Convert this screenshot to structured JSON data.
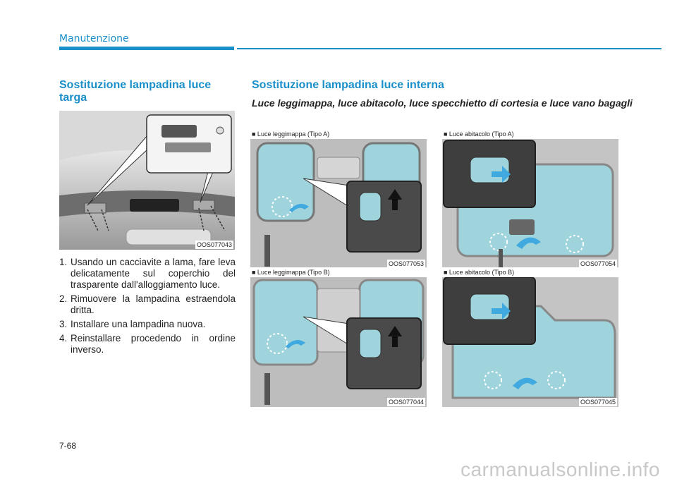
{
  "header": {
    "section": "Manutenzione"
  },
  "left": {
    "title": "Sostituzione lampadina luce targa",
    "figure_code": "OOS077043",
    "steps": [
      {
        "num": "1.",
        "text": "Usando un cacciavite a lama, fare leva delicatamente sul coperchio del trasparente dall'alloggiamento luce."
      },
      {
        "num": "2.",
        "text": "Rimuovere la lampadina estraendola dritta."
      },
      {
        "num": "3.",
        "text": "Installare una lampadina nuova."
      },
      {
        "num": "4.",
        "text": "Reinstallare procedendo in ordine inverso."
      }
    ]
  },
  "right": {
    "title": "Sostituzione lampadina luce interna",
    "subtitle": "Luce leggimappa, luce abitacolo, luce specchietto di cortesia e luce vano bagagli",
    "figures": [
      {
        "caption": "■ Luce leggimappa (Tipo A)",
        "code": "OOS077053"
      },
      {
        "caption": "■ Luce abitacolo (Tipo A)",
        "code": "OOS077054"
      },
      {
        "caption": "■ Luce leggimappa (Tipo B)",
        "code": "OOS077044"
      },
      {
        "caption": "■ Luce abitacolo (Tipo B)",
        "code": "OOS077045"
      }
    ]
  },
  "footer": {
    "page": "7-68",
    "watermark": "carmanualsonline.info"
  },
  "colors": {
    "accent": "#1a8fc9",
    "arrow": "#3fa9e0",
    "lens": "#9fd4dc"
  }
}
